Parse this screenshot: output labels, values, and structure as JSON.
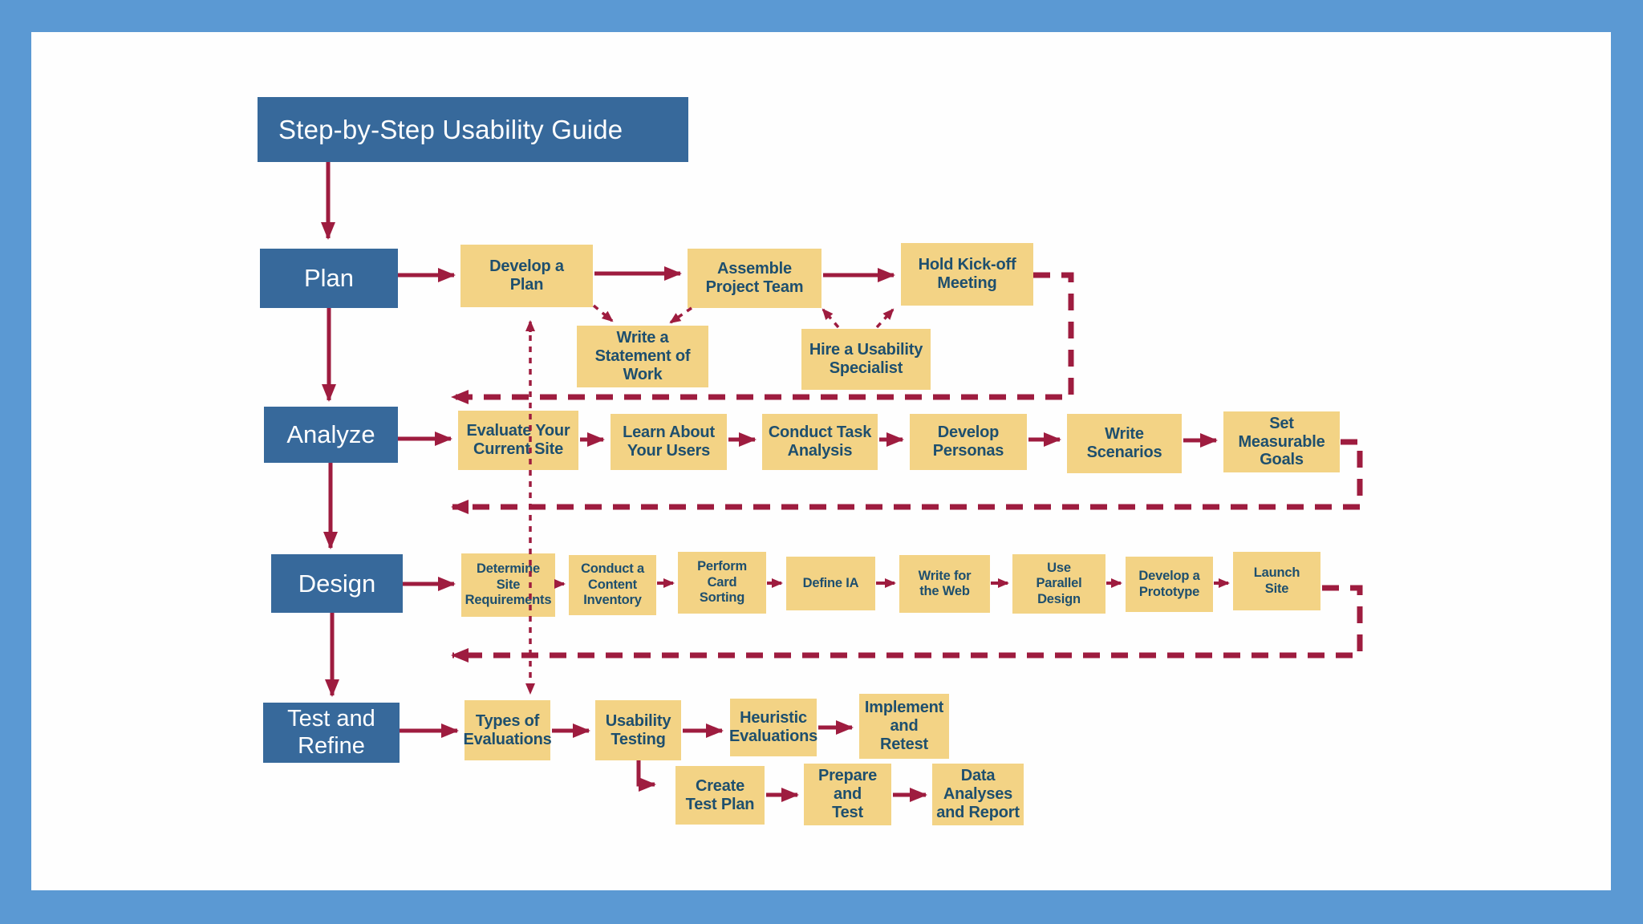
{
  "title": "Step-by-Step Usability Guide",
  "stages": {
    "plan": "Plan",
    "analyze": "Analyze",
    "design": "Design",
    "test_refine": "Test and\nRefine"
  },
  "nodes": {
    "develop_plan": "Develop a\nPlan",
    "assemble_team": "Assemble\nProject Team",
    "kickoff": "Hold Kick-off\nMeeting",
    "sow": "Write a\nStatement of\nWork",
    "hire_specialist": "Hire a Usability\nSpecialist",
    "evaluate_site": "Evaluate Your\nCurrent Site",
    "learn_users": "Learn About\nYour Users",
    "task_analysis": "Conduct Task\nAnalysis",
    "personas": "Develop\nPersonas",
    "scenarios": "Write\nScenarios",
    "goals": "Set\nMeasurable\nGoals",
    "site_reqs": "Determine\nSite\nRequirements",
    "content_inventory": "Conduct a\nContent\nInventory",
    "card_sorting": "Perform\nCard\nSorting",
    "define_ia": "Define IA",
    "write_web": "Write for\nthe Web",
    "parallel_design": "Use\nParallel\nDesign",
    "prototype": "Develop a\nPrototype",
    "launch": "Launch\nSite",
    "eval_types": "Types of\nEvaluations",
    "usability_testing": "Usability\nTesting",
    "heuristic": "Heuristic\nEvaluations",
    "implement_retest": "Implement\nand\nRetest",
    "test_plan": "Create\nTest Plan",
    "prepare_test": "Prepare\nand\nTest",
    "data_report": "Data\nAnalyses\nand Report"
  },
  "colors": {
    "frame": "#5b99d3",
    "panel": "#fefefe",
    "stage": "#37699b",
    "stage_text": "#ffffff",
    "node": "#f3d385",
    "node_text": "#1e4f6e",
    "arrow": "#9e1c3f"
  }
}
